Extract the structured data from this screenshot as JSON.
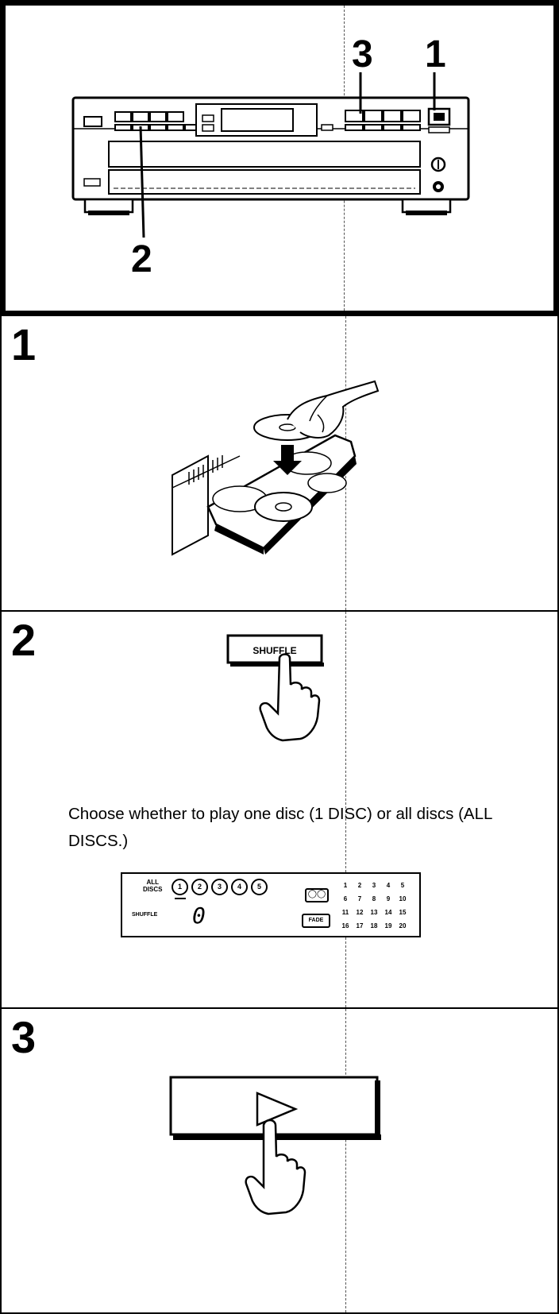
{
  "overview": {
    "callout_top_left": "3",
    "callout_top_right": "1",
    "callout_bottom": "2"
  },
  "steps": [
    {
      "number": "1"
    },
    {
      "number": "2",
      "button_label": "SHUFFLE",
      "instruction": "Choose whether to play one disc (1 DISC) or all discs (ALL DISCS.)",
      "display": {
        "all_discs_line1": "ALL",
        "all_discs_line2": "DISCS",
        "disc_numbers": [
          "1",
          "2",
          "3",
          "4",
          "5"
        ],
        "shuffle_label": "SHUFFLE",
        "digit": "0",
        "fade_label": "FADE",
        "track_rows": [
          [
            "1",
            "2",
            "3",
            "4",
            "5"
          ],
          [
            "6",
            "7",
            "8",
            "9",
            "10"
          ],
          [
            "11",
            "12",
            "13",
            "14",
            "15"
          ],
          [
            "16",
            "17",
            "18",
            "19",
            "20"
          ]
        ]
      }
    },
    {
      "number": "3"
    }
  ]
}
